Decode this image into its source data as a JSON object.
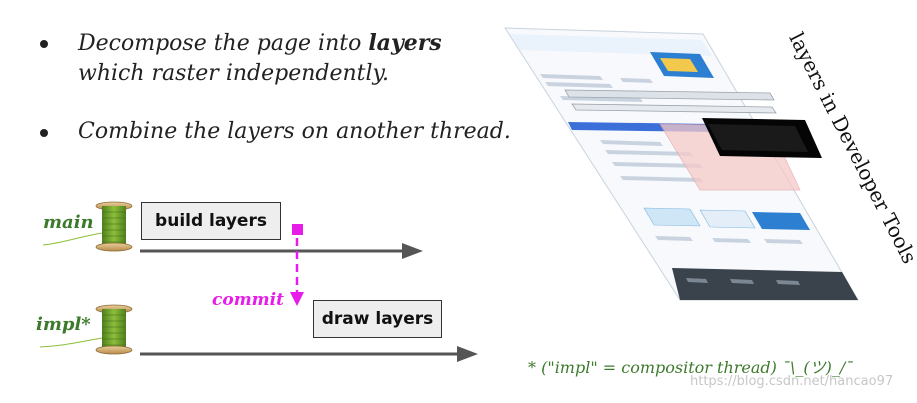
{
  "bullets": [
    {
      "pre": "Decompose the page into ",
      "bold": "layers",
      "post": "which raster independently."
    },
    {
      "pre": "Combine the layers on another thread.",
      "bold": "",
      "post": ""
    }
  ],
  "threads": {
    "main": {
      "label": "main",
      "box": "build layers"
    },
    "impl": {
      "label": "impl*",
      "box": "draw layers"
    }
  },
  "commit_label": "commit",
  "layers_caption": "layers in Developer Tools",
  "footnote": "* (\"impl\" = compositor thread) ¯\\_(ツ)_/¯",
  "watermark": "https://blog.csdn.net/hancao97",
  "colors": {
    "thread_green": "#3d7a2c",
    "commit_magenta": "#e81ce8",
    "arrow_gray": "#555555"
  }
}
